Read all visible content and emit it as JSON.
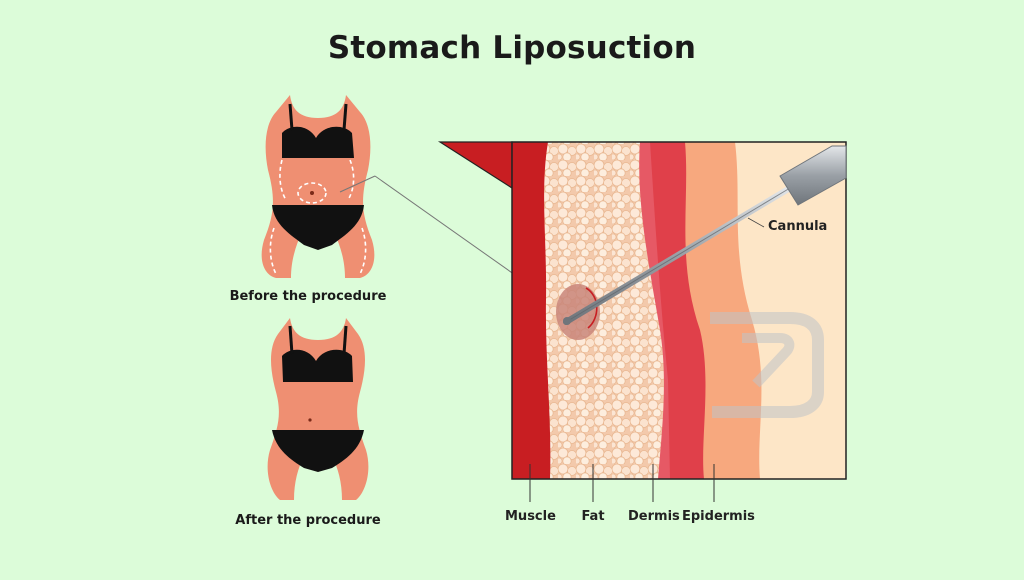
{
  "title": "Stomach Liposuction",
  "figures": {
    "before_caption": "Before the procedure",
    "after_caption": "After the procedure"
  },
  "labels": {
    "cannula": "Cannula",
    "layers": [
      "Muscle",
      "Fat",
      "Dermis",
      "Epidermis"
    ]
  },
  "colors": {
    "background": "#dcfcd9",
    "skin": "#ef8f72",
    "garment": "#111111",
    "muscle": "#c81e22",
    "fat": "#f8e2cf",
    "dermis": "#e0404a",
    "epidermis": "#f7a87e",
    "outer_skin": "#fde6c7",
    "cannula": "#9aa0a6"
  }
}
